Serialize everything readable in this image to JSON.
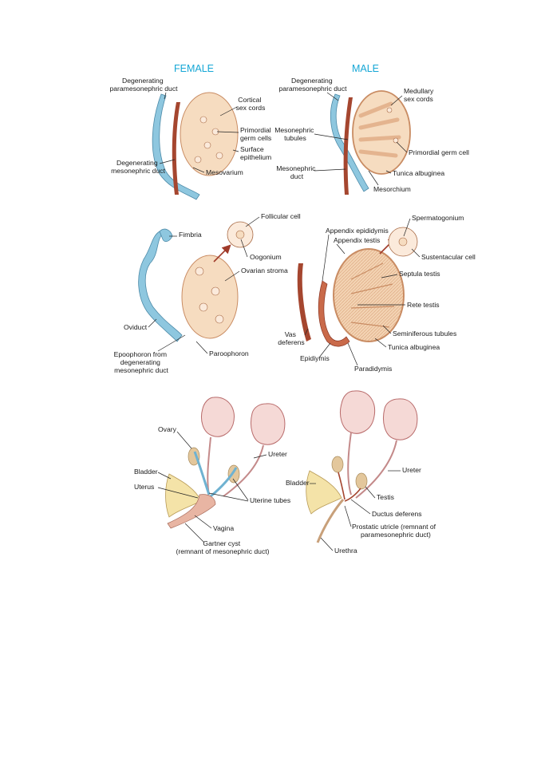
{
  "headings": {
    "female": "FEMALE",
    "male": "MALE"
  },
  "panel1": {
    "female": {
      "degenerating_paramesonephric_duct": [
        "Degenerating",
        "paramesonephric duct"
      ],
      "cortical_sex_cords": [
        "Cortical",
        "sex cords"
      ],
      "primordial_germ_cells": [
        "Primordial",
        "germ cells"
      ],
      "surface_epithelium": [
        "Surface",
        "epithelium"
      ],
      "degenerating_mesonephric_duct": [
        "Degenerating",
        "mesonephric duct"
      ],
      "mesovarium": "Mesovarium"
    },
    "male": {
      "degenerating_paramesonephric_duct": [
        "Degenerating",
        "paramesonephric duct"
      ],
      "medullary_sex_cords": [
        "Medullary",
        "sex cords"
      ],
      "mesonephric_tubules": [
        "Mesonephric",
        "tubules"
      ],
      "primordial_germ_cell": "Primordial germ cell",
      "mesonephric_duct": [
        "Mesonephric",
        "duct"
      ],
      "tunica_albuginea": "Tunica albuginea",
      "mesorchium": "Mesorchium"
    }
  },
  "panel2": {
    "female": {
      "fimbria": "Fimbria",
      "follicular_cell": "Follicular cell",
      "oogonium": "Oogonium",
      "ovarian_stroma": "Ovarian stroma",
      "oviduct": "Oviduct",
      "epoophoron": [
        "Epoophoron from",
        "degenerating",
        "mesonephric duct"
      ],
      "paroophoron": "Paroophoron"
    },
    "male": {
      "appendix_epididymis": "Appendix epididymis",
      "appendix_testis": "Appendix testis",
      "spermatogonium": "Spermatogonium",
      "sustentacular_cell": "Sustentacular cell",
      "septula_testis": "Septula testis",
      "rete_testis": "Rete testis",
      "seminiferous_tubules": "Seminiferous tubules",
      "vas_deferens": [
        "Vas",
        "deferens"
      ],
      "tunica_albuginea": "Tunica albuginea",
      "epididymis": "Epidiymis",
      "paradidymis": "Paradidymis"
    }
  },
  "panel3": {
    "female": {
      "ovary": "Ovary",
      "ureter": "Ureter",
      "bladder": "Bladder",
      "uterus": "Uterus",
      "uterine_tubes": "Uterine tubes",
      "vagina": "Vagina",
      "gartner_cyst": [
        "Gartner cyst",
        "(remnant of mesonephric duct)"
      ]
    },
    "male": {
      "ureter": "Ureter",
      "bladder": "Bladder",
      "testis": "Testis",
      "ductus_deferens": "Ductus deferens",
      "prostatic_utricle": [
        "Prostatic utricle (remnant of",
        "paramesonephric duct)"
      ],
      "urethra": "Urethra"
    }
  },
  "colors": {
    "heading": "#16a7d6",
    "duct_blue": "#8ec7df",
    "duct_red": "#a5462f",
    "tissue": "#f6dcc0",
    "tissue_edge": "#c98c63"
  }
}
